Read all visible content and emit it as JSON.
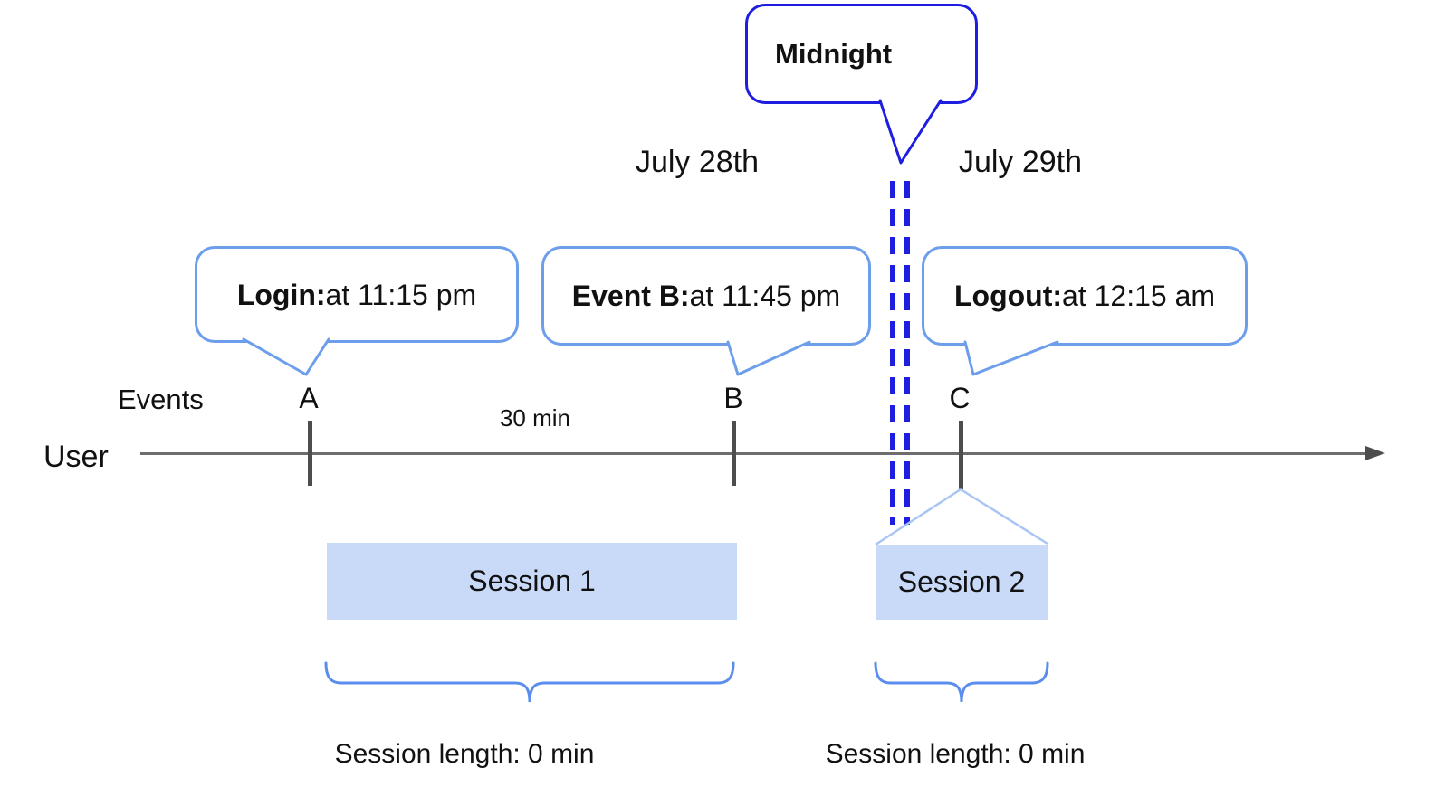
{
  "colors": {
    "deep-blue": "#1e1ee0",
    "bubble-blue": "#6d9eeb",
    "brace-blue": "#5b8dee",
    "session-fill": "#c9daf8",
    "triangle-blue": "#a8c5f5",
    "line-gray": "#6d6d6d",
    "tick-gray": "#4d4d4d",
    "text-black": "#111111"
  },
  "callouts": {
    "midnight": {
      "label": "Midnight"
    },
    "login": {
      "title": "Login:",
      "detail": " at 11:15 pm"
    },
    "event_b": {
      "title": "Event B:",
      "detail": " at 11:45 pm"
    },
    "logout": {
      "title": "Logout:",
      "detail": " at 12:15 am"
    }
  },
  "dates": {
    "left": "July 28th",
    "right": "July 29th"
  },
  "axis": {
    "events_label": "Events",
    "user_label": "User",
    "tick_a": "A",
    "tick_b": "B",
    "tick_c": "C",
    "interval_label": "30 min"
  },
  "sessions": {
    "session1": {
      "label": "Session 1",
      "length_label": "Session length: 0 min"
    },
    "session2": {
      "label": "Session 2",
      "length_label": "Session length: 0 min"
    }
  }
}
